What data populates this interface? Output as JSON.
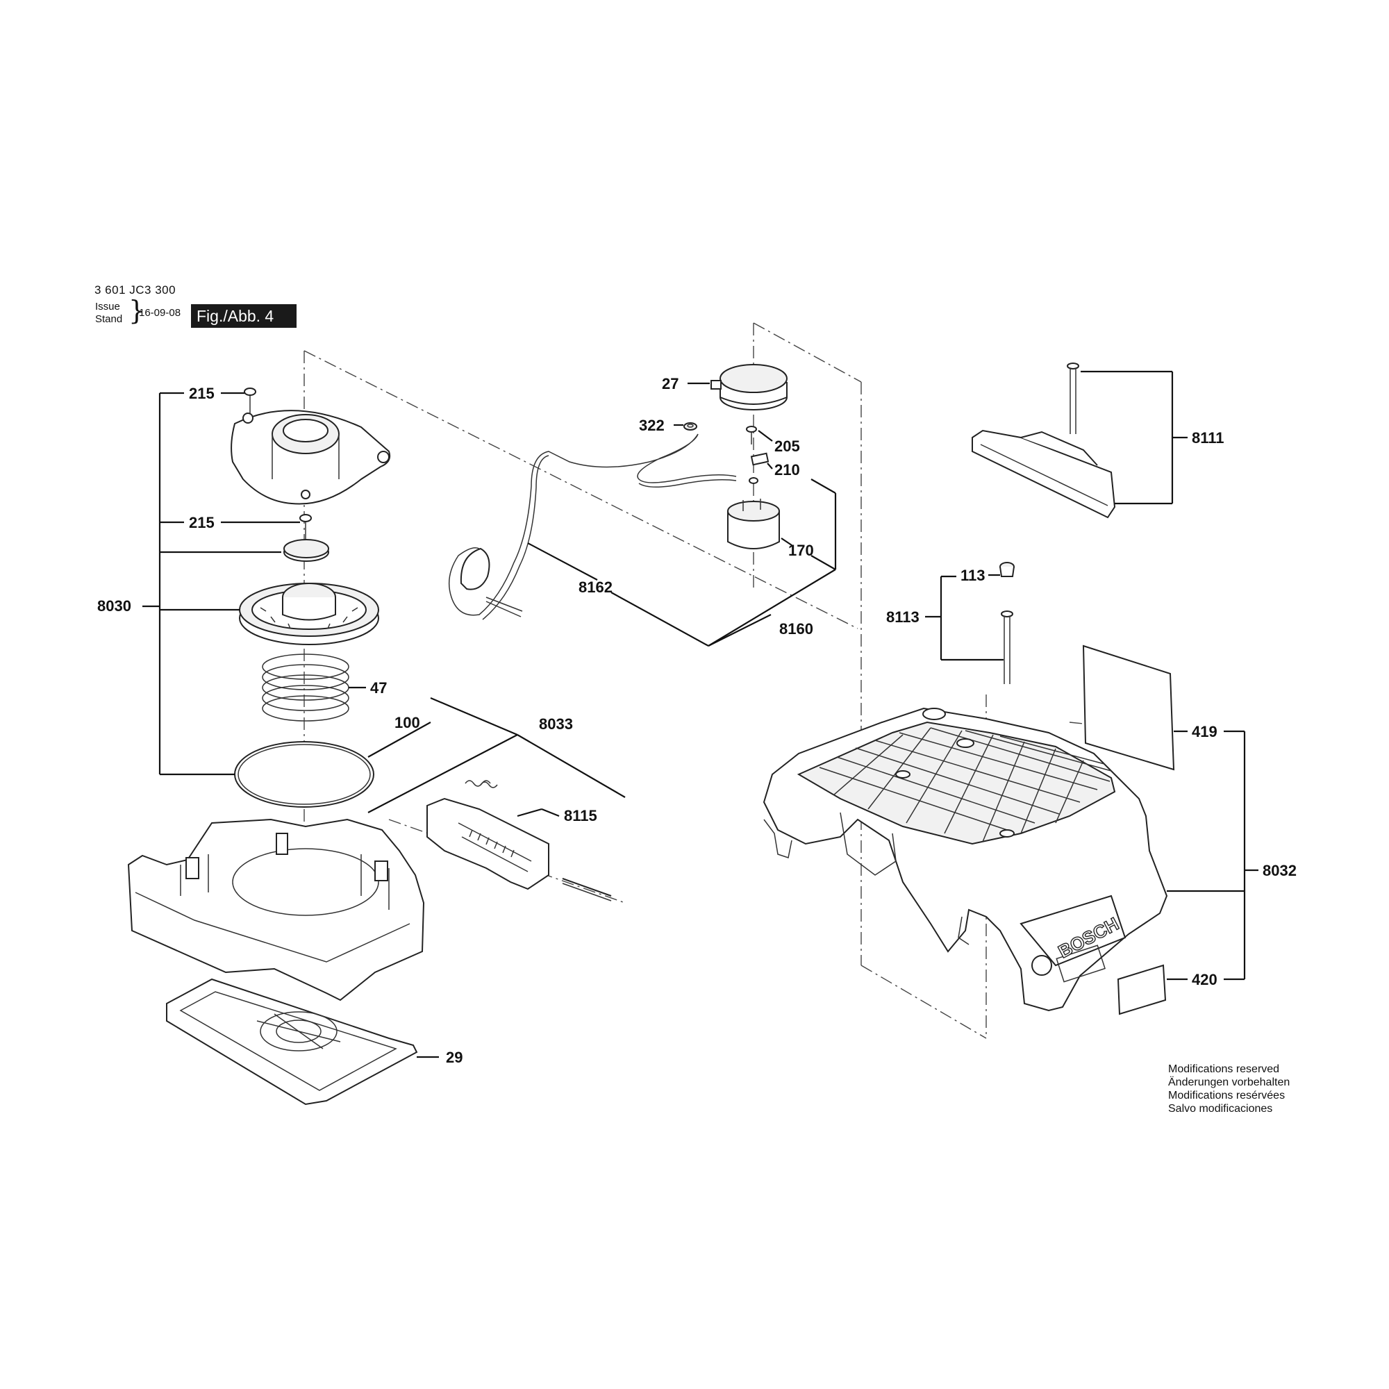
{
  "header": {
    "doc_number": "3 601 JC3 300",
    "issue_label": "Issue",
    "stand_label": "Stand",
    "issue_date": "16-09-08",
    "figure_label": "Fig./Abb. 4"
  },
  "callouts": {
    "c215a": "215",
    "c215b": "215",
    "c8030": "8030",
    "c47": "47",
    "c100": "100",
    "c8033": "8033",
    "c8115": "8115",
    "c29": "29",
    "c27": "27",
    "c322": "322",
    "c205": "205",
    "c210": "210",
    "c170": "170",
    "c8162": "8162",
    "c8160": "8160",
    "c8111": "8111",
    "c113": "113",
    "c8113": "8113",
    "c419": "419",
    "c8032": "8032",
    "c420": "420"
  },
  "brand_logo": "BOSCH",
  "notes": [
    "Modifications reserved",
    "Änderungen vorbehalten",
    "Modifications resérvées",
    "Salvo modificaciones"
  ]
}
